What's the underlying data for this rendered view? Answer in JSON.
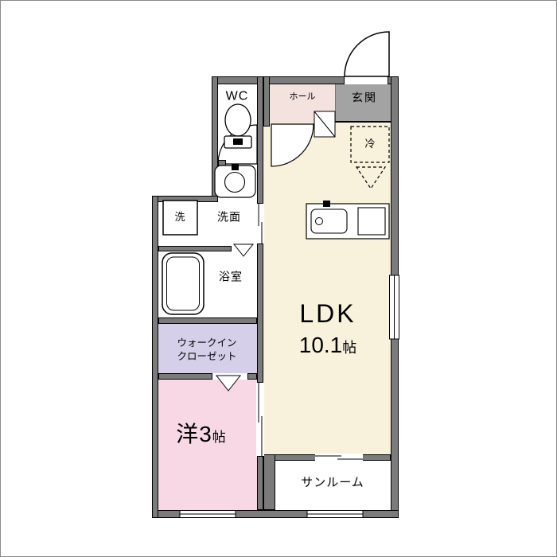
{
  "rooms": {
    "wc": {
      "label": "WC"
    },
    "hall": {
      "label": "ホール"
    },
    "genkan": {
      "label": "玄関"
    },
    "fridge": {
      "label": "冷"
    },
    "washer": {
      "label": "洗"
    },
    "senmen": {
      "label": "洗面"
    },
    "bath": {
      "label": "浴室"
    },
    "wic": {
      "line1": "ウォークイン",
      "line2": "クローゼット"
    },
    "western": {
      "name": "洋3",
      "unit": "帖"
    },
    "ldk": {
      "name": "LDK",
      "size": "10.1",
      "unit": "帖"
    },
    "sunroom": {
      "label": "サンルーム"
    }
  },
  "colors": {
    "wall": "#7b7b7b",
    "wall_outline": "#000000",
    "ldk_floor": "#f8f2dd",
    "western_floor": "#f8d8e4",
    "wic_floor": "#d6cfe9",
    "hall_floor": "#f4e2df",
    "genkan_floor": "#a3a3a3"
  }
}
